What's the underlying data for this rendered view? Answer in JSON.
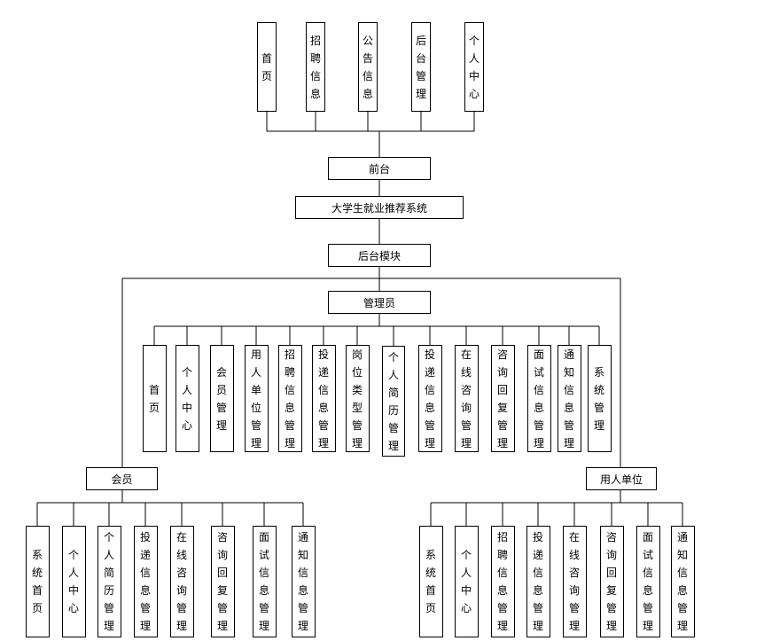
{
  "front": {
    "pages": [
      "首页",
      "招聘信息",
      "公告信息",
      "后台管理",
      "个人中心"
    ],
    "label": "前台"
  },
  "system_title": "大学生就业推荐系统",
  "backend_label": "后台模块",
  "admin": {
    "label": "管理员",
    "modules": [
      "首页",
      "个人中心",
      "会员管理",
      "用人单位管理",
      "招聘信息管理",
      "投递信息管理",
      "岗位类型管理",
      "个人简历管理",
      "投递信息管理",
      "在线咨询管理",
      "咨询回复管理",
      "面试信息管理",
      "通知信息管理",
      "系统管理"
    ]
  },
  "member": {
    "label": "会员",
    "modules": [
      "系统首页",
      "个人中心",
      "个人简历管理",
      "投递信息管理",
      "在线咨询管理",
      "咨询回复管理",
      "面试信息管理",
      "通知信息管理"
    ]
  },
  "employer": {
    "label": "用人单位",
    "modules": [
      "系统首页",
      "个人中心",
      "招聘信息管理",
      "投递信息管理",
      "在线咨询管理",
      "咨询回复管理",
      "面试信息管理",
      "通知信息管理"
    ]
  }
}
